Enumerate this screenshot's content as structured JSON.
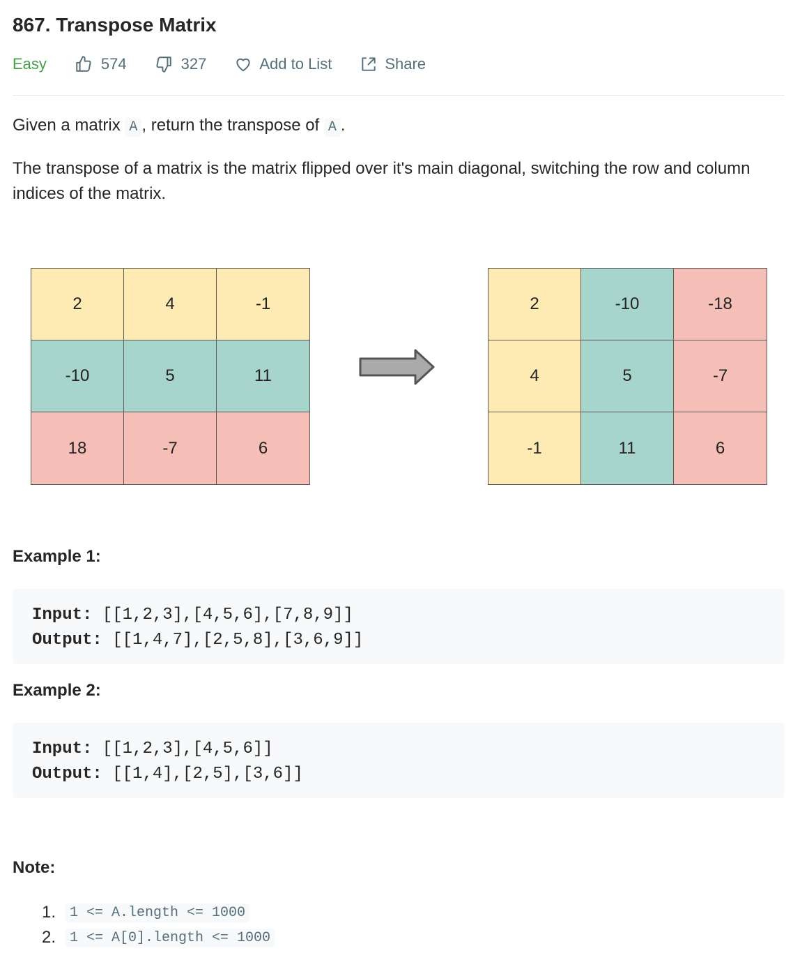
{
  "problem": {
    "title": "867. Transpose Matrix",
    "difficulty": "Easy",
    "likes": "574",
    "dislikes": "327",
    "add_to_list": "Add to List",
    "share": "Share"
  },
  "description": {
    "p1_a": "Given a matrix ",
    "p1_code1": "A",
    "p1_b": ", return the transpose of ",
    "p1_code2": "A",
    "p1_c": ".",
    "p2": "The transpose of a matrix is the matrix flipped over it's main diagonal, switching the row and column indices of the matrix."
  },
  "figure": {
    "left_matrix": [
      [
        "2",
        "4",
        "-1"
      ],
      [
        "-10",
        "5",
        "11"
      ],
      [
        "18",
        "-7",
        "6"
      ]
    ],
    "right_matrix": [
      [
        "2",
        "-10",
        "-18"
      ],
      [
        "4",
        "5",
        "-7"
      ],
      [
        "-1",
        "11",
        "6"
      ]
    ],
    "colors": {
      "yellow": "#fdebb3",
      "teal": "#a8d5cb",
      "pink": "#f5bfb7",
      "arrow": "#aaaaaa"
    }
  },
  "examples": [
    {
      "heading": "Example 1:",
      "input_label": "Input:",
      "input": "[[1,2,3],[4,5,6],[7,8,9]]",
      "output_label": "Output:",
      "output": "[[1,4,7],[2,5,8],[3,6,9]]"
    },
    {
      "heading": "Example 2:",
      "input_label": "Input:",
      "input": "[[1,2,3],[4,5,6]]",
      "output_label": "Output:",
      "output": "[[1,4],[2,5],[3,6]]"
    }
  ],
  "note": {
    "heading": "Note:",
    "items": [
      {
        "num": "1.",
        "text": "1 <= A.length <= 1000"
      },
      {
        "num": "2.",
        "text": "1 <= A[0].length <= 1000"
      }
    ]
  }
}
